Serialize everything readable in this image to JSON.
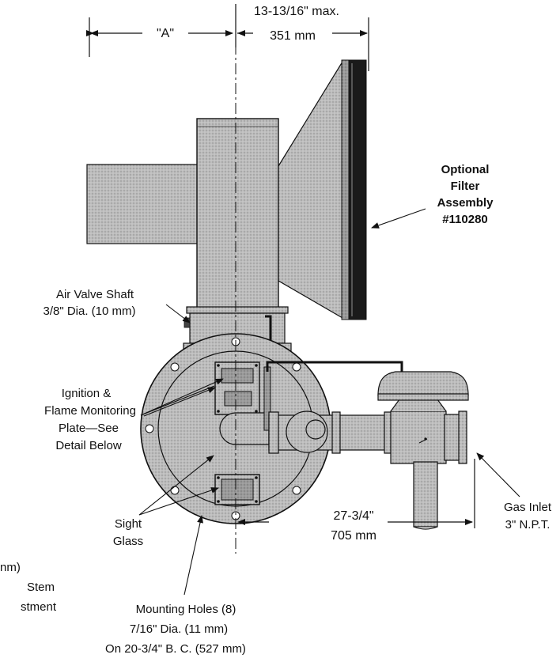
{
  "dimensions": {
    "a_label": "\"A\"",
    "top_max": "13-13/16\" max.",
    "top_mm": "351 mm",
    "bottom_in": "27-3/4\"",
    "bottom_mm": "705 mm"
  },
  "callouts": {
    "filter": [
      "Optional",
      "Filter",
      "Assembly",
      "#110280"
    ],
    "air_valve": [
      "Air Valve Shaft",
      "3/8\" Dia. (10 mm)"
    ],
    "ignition": [
      "Ignition &",
      "Flame Monitoring",
      "Plate—See",
      "Detail Below"
    ],
    "gas_inlet": [
      "Gas Inlet",
      "3\" N.P.T."
    ],
    "sight_glass": [
      "Sight",
      "Glass"
    ],
    "mounting": [
      "Mounting Holes (8)",
      "7/16\" Dia. (11 mm)",
      "On 20-3/4\" B. C. (527 mm)"
    ],
    "left_fragment": [
      "nm)",
      "Stem",
      "stment"
    ]
  }
}
